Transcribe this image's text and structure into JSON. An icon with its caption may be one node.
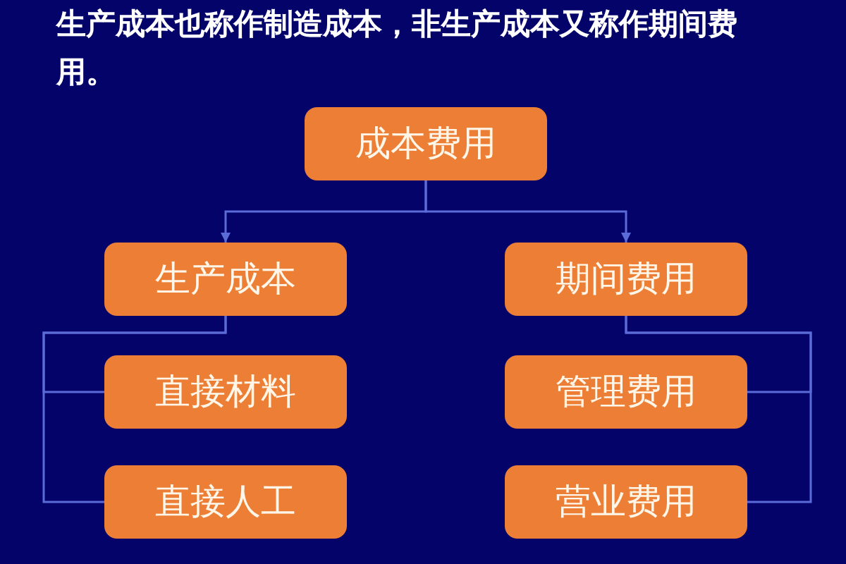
{
  "diagram": {
    "title": "生产成本也称作制造成本，非生产成本又称作期间费用。",
    "nodes": [
      {
        "text": [
          "成本费用"
        ]
      },
      {
        "text": [
          "生产成本"
        ]
      },
      {
        "text": [
          "期间费用"
        ]
      },
      {
        "text": [
          "直接材料"
        ]
      },
      {
        "text": [
          "管理费用"
        ]
      },
      {
        "text": [
          "直接人工"
        ]
      },
      {
        "text": [
          "营业费用"
        ]
      }
    ],
    "edges": [
      {
        "from": 0,
        "to": 1,
        "arrow": "to"
      },
      {
        "from": 0,
        "to": 2,
        "arrow": "to"
      },
      {
        "from": 1,
        "to": 3,
        "arrow": "none"
      },
      {
        "from": 1,
        "to": 5,
        "arrow": "none"
      },
      {
        "from": 2,
        "to": 4,
        "arrow": "none"
      },
      {
        "from": 2,
        "to": 6,
        "arrow": "none"
      }
    ]
  }
}
